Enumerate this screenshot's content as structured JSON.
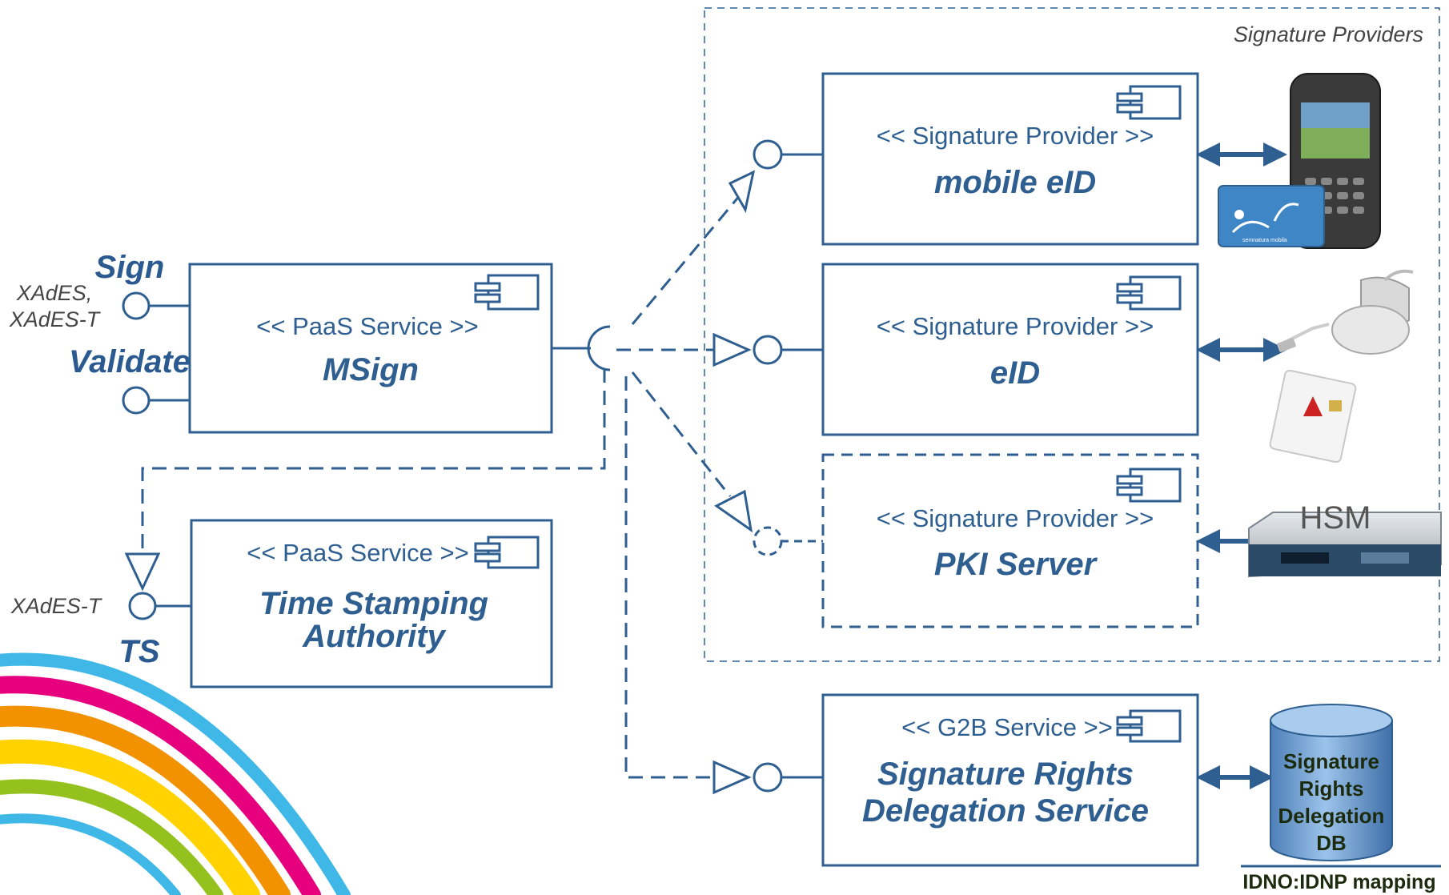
{
  "colors": {
    "line": "#2f5f91",
    "label_dark": "#2a5a8f",
    "note_gray": "#444444",
    "db_fill": "#6a9bd0",
    "db_text": "#1c2b0e"
  },
  "group": {
    "title": "Signature Providers"
  },
  "interfaces": {
    "sign": "Sign",
    "validate": "Validate",
    "sign_format_line1": "XAdES,",
    "sign_format_line2": "XAdES-T",
    "ts": "TS",
    "ts_format": "XAdES-T"
  },
  "components": {
    "msign": {
      "stereotype": "<< PaaS Service >>",
      "name": "MSign"
    },
    "tsa": {
      "stereotype": "<< PaaS Service >>",
      "name_line1": "Time Stamping",
      "name_line2": "Authority"
    },
    "mobile_eid": {
      "stereotype": "<< Signature Provider >>",
      "name": "mobile eID"
    },
    "eid": {
      "stereotype": "<< Signature Provider >>",
      "name": "eID"
    },
    "pki": {
      "stereotype": "<< Signature Provider >>",
      "name": "PKI Server"
    },
    "srds": {
      "stereotype": "<< G2B Service >>",
      "name_line1": "Signature Rights",
      "name_line2": "Delegation Service"
    }
  },
  "devices": {
    "mobile": {
      "icon": "mobile-phone-sim-icon",
      "sim_caption": "semnatura mobila"
    },
    "card_reader": {
      "icon": "smart-card-reader-icon"
    },
    "hsm": {
      "icon": "hsm-server-icon",
      "label": "HSM"
    }
  },
  "database": {
    "label_line1": "Signature",
    "label_line2": "Rights",
    "label_line3": "Delegation",
    "label_line4": "DB",
    "caption": "IDNO:IDNP mapping"
  }
}
